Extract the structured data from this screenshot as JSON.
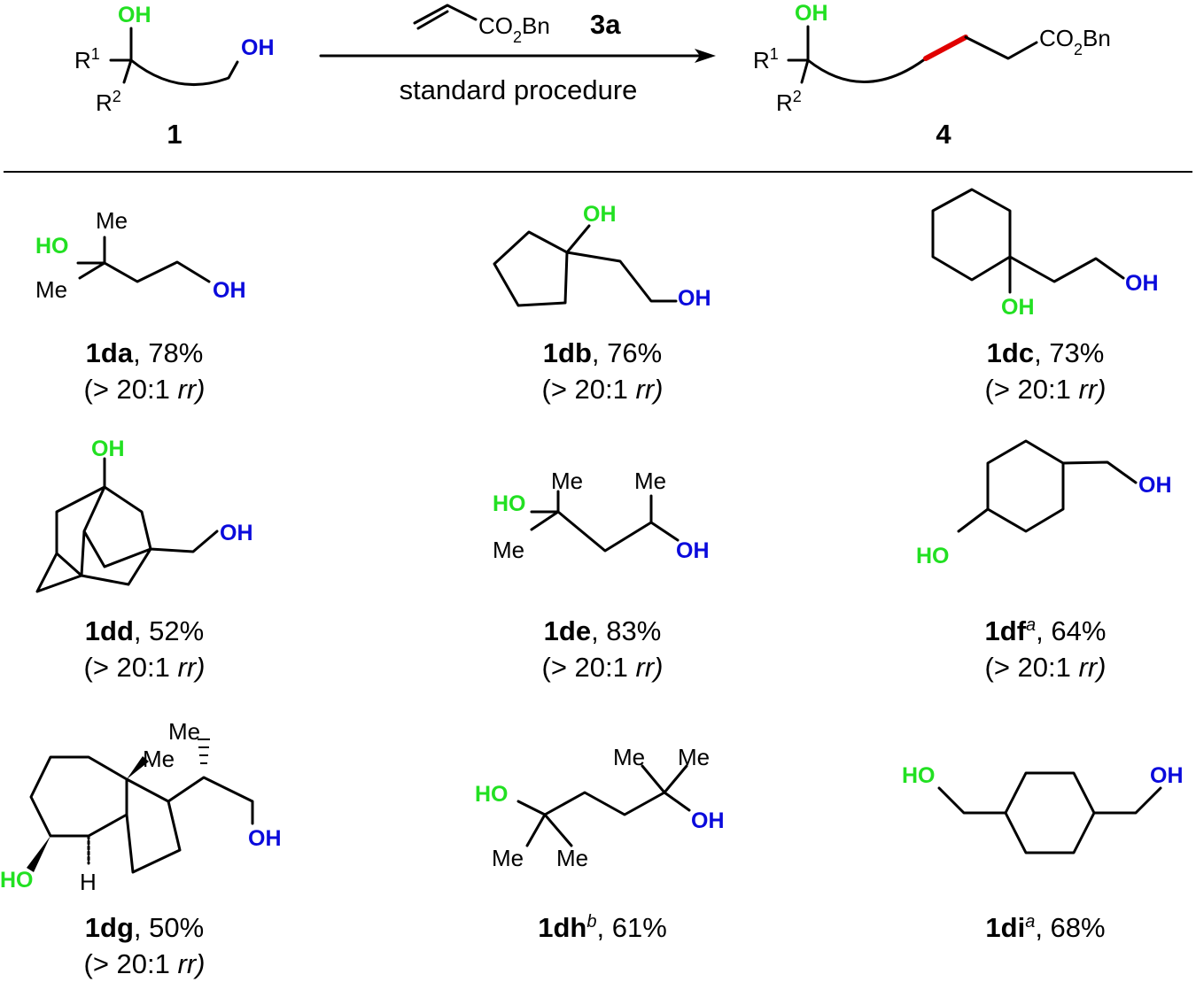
{
  "colors": {
    "tertiary_oh": "#22e022",
    "primary_oh": "#0a0adc",
    "new_bond": "#e00000",
    "ink": "#000000"
  },
  "header": {
    "reagent_ester": "CO2Bn",
    "reagent_id": "3a",
    "conditions": "standard procedure",
    "start_id": "1",
    "product_id": "4",
    "r1": "R1",
    "r2": "R2",
    "oh": "OH",
    "product_ester": "CO2Bn"
  },
  "compounds": [
    {
      "id": "1da",
      "sup": "",
      "yield": ", 78%",
      "rr": "(> 20:1 rr)"
    },
    {
      "id": "1db",
      "sup": "",
      "yield": ", 76%",
      "rr": "(> 20:1 rr)"
    },
    {
      "id": "1dc",
      "sup": "",
      "yield": ", 73%",
      "rr": "(> 20:1 rr)"
    },
    {
      "id": "1dd",
      "sup": "",
      "yield": ", 52%",
      "rr": "(> 20:1 rr)"
    },
    {
      "id": "1de",
      "sup": "",
      "yield": ", 83%",
      "rr": "(> 20:1 rr)"
    },
    {
      "id": "1df",
      "sup": "a",
      "yield": ", 64%",
      "rr": "(> 20:1 rr)"
    },
    {
      "id": "1dg",
      "sup": "",
      "yield": ", 50%",
      "rr": "(> 20:1 rr)"
    },
    {
      "id": "1dh",
      "sup": "b",
      "yield": ", 61%",
      "rr": ""
    },
    {
      "id": "1di",
      "sup": "a",
      "yield": ", 68%",
      "rr": ""
    }
  ],
  "atom_labels": {
    "oh": "OH",
    "ho": "HO",
    "me": "Me",
    "h": "H"
  }
}
